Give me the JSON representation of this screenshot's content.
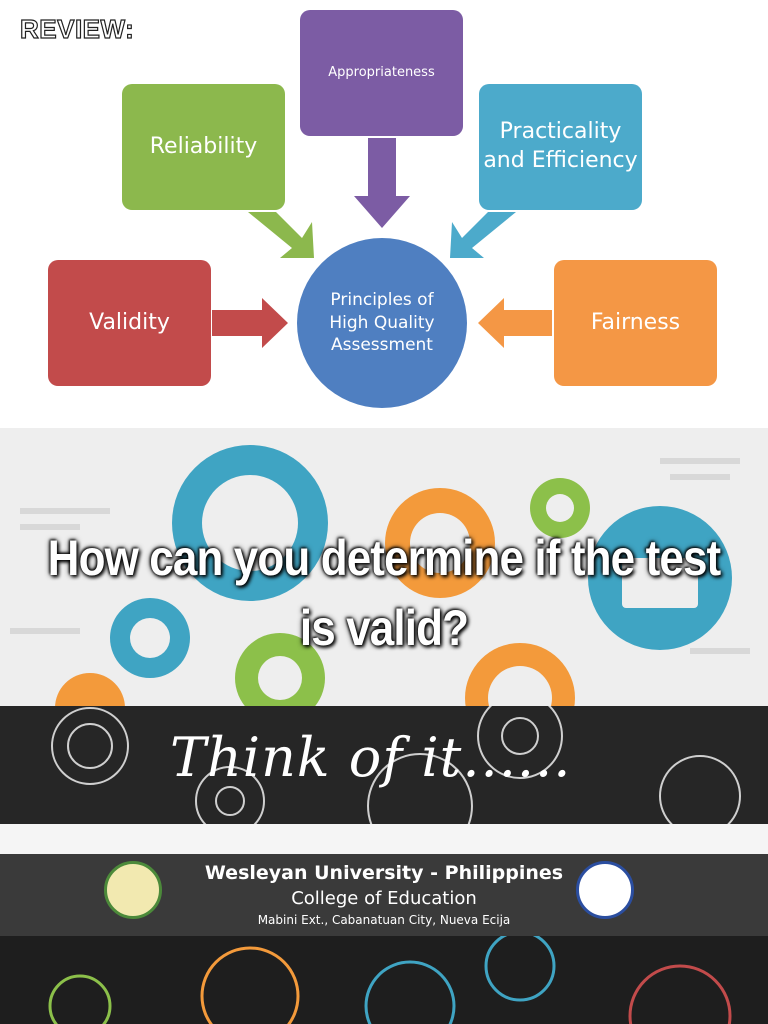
{
  "review_label": "REVIEW:",
  "diagram": {
    "center": "Principles of High Quality Assessment",
    "boxes": {
      "reliability": "Reliability",
      "appropriateness": "Appropriateness",
      "practicality": "Practicality and Efficiency",
      "validity": "Validity",
      "fairness": "Fairness"
    },
    "colors": {
      "reliability": "#8cb84d",
      "appropriateness": "#7c5ca4",
      "practicality": "#4caacb",
      "validity": "#c24b4b",
      "fairness": "#f49745",
      "center": "#4f7fc1"
    }
  },
  "slide": {
    "question": "How can you determine if the test is valid?",
    "think": "Think of it......",
    "footer": {
      "university": "Wesleyan University - Philippines",
      "college": "College of Education",
      "address": "Mabini Ext., Cabanatuan City, Nueva Ecija"
    }
  }
}
